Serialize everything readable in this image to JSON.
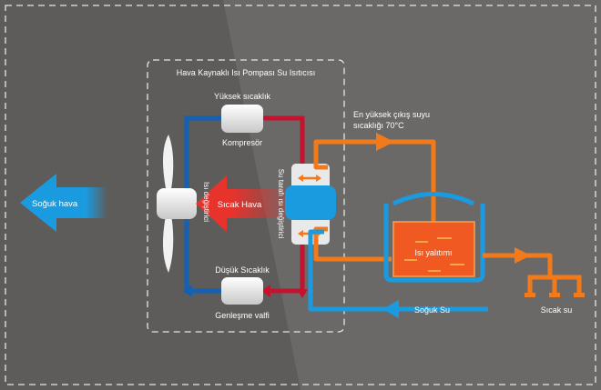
{
  "diagram": {
    "title": "Hava Kaynaklı Isı Pompası Su Isıtıcısı",
    "high_temp": "Yüksek sıcaklık",
    "compressor": "Kompresör",
    "low_temp": "Düşük Sıcaklık",
    "expansion_valve": "Genleşme valfi",
    "air_exchanger": "Isı değiştirici",
    "water_exchanger": "Su tarafı ısı değiştirici",
    "hot_air": "Sıcak Hava",
    "cold_air": "Soğuk hava",
    "max_outlet_line1": "En yüksek çıkış suyu",
    "max_outlet_line2": "sıcaklığı 70°C",
    "insulation": "Isı yalıtımı",
    "cold_water": "Soğuk Su",
    "hot_water": "Sıcak su"
  },
  "colors": {
    "background": "#6a6968",
    "hot_refrigerant": "#c4122f",
    "cold_refrigerant": "#1560b0",
    "hot_water": "#f27a1a",
    "cold_water": "#1a9be0",
    "tank_fill": "#f05a22"
  }
}
